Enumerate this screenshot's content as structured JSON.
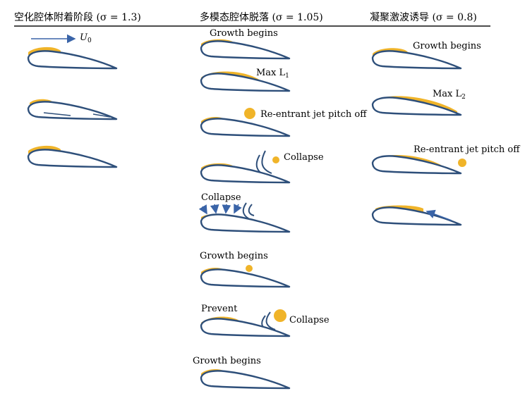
{
  "headers": {
    "col1_title": "空化腔体附着阶段",
    "col1_sigma": "(σ = 1.3)",
    "col2_title": "多模态腔体脱落",
    "col2_sigma": "(σ = 1.05)",
    "col3_title": "凝聚激波诱导",
    "col3_sigma": "(σ = 0.8)"
  },
  "freestream_label": "U",
  "freestream_sub": "0",
  "col2_labels": {
    "growth_begins_1": "Growth begins",
    "max_l1": "Max L",
    "max_l1_sub": "1",
    "reentrant": "Re-entrant jet pitch off",
    "collapse_1": "Collapse",
    "collapse_2": "Collapse",
    "growth_begins_2": "Growth begins",
    "prevent": "Prevent",
    "collapse_3": "Collapse",
    "growth_begins_3": "Growth begins"
  },
  "col3_labels": {
    "growth_begins": "Growth begins",
    "max_l2": "Max L",
    "max_l2_sub": "2",
    "reentrant": "Re-entrant jet pitch off"
  },
  "colors": {
    "cavity": "#f0b429",
    "hydrofoil": "#2e4f7a",
    "arrow": "#3a64a8"
  }
}
